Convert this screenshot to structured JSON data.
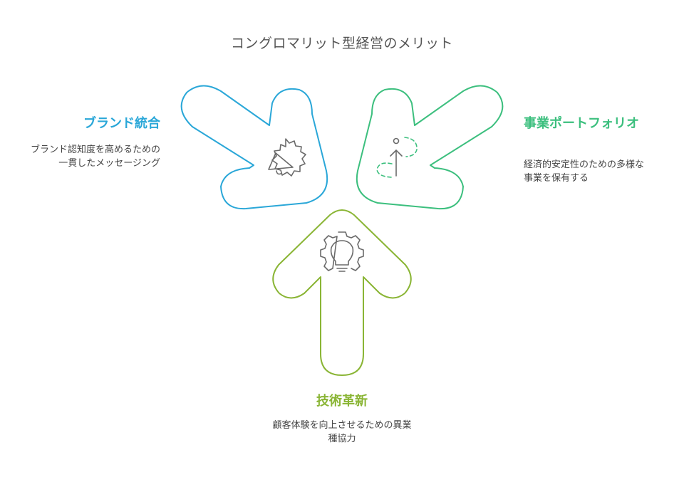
{
  "title": "コングロマリット型経営のメリット",
  "colors": {
    "brand": "#2aa7d8",
    "portfolio": "#3cbf7e",
    "tech": "#8ab535",
    "icon": "#6a6a6a"
  },
  "items": [
    {
      "heading": "ブランド統合",
      "description": "ブランド認知度を高めるための一貫したメッセージング",
      "icon": "megaphone-icon"
    },
    {
      "heading": "事業ポートフォリオ",
      "description": "経済的安定性のための多様な事業を保有する",
      "icon": "growth-arrow-icon"
    },
    {
      "heading": "技術革新",
      "description": "顧客体験を向上させるための異業種協力",
      "icon": "lightbulb-gear-icon"
    }
  ]
}
